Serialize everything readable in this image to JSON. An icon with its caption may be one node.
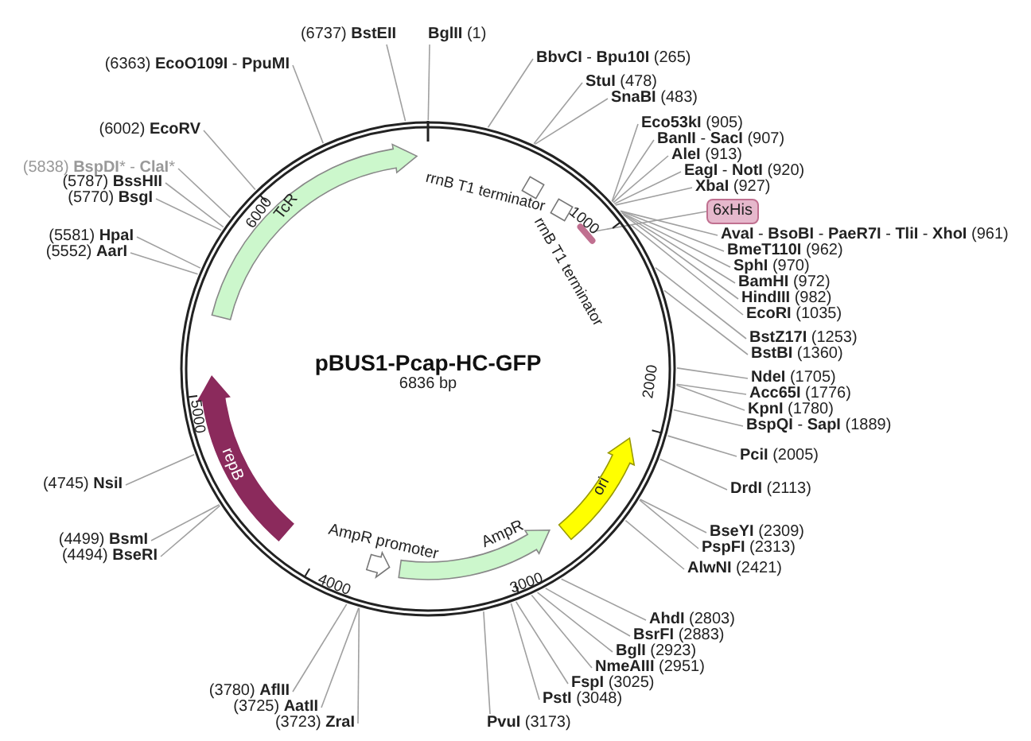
{
  "diagram": {
    "title": "pBUS1-Pcap-HC-GFP",
    "nodes": [
      {
        "text": [],
        "shape": "circle"
      },
      {
        "text": [
          "(6737) **BstEII**"
        ]
      },
      {
        "text": [
          "**BglII** (1)"
        ]
      },
      {
        "text": [
          "**BbvCI** - **Bpu10I** (265)"
        ]
      },
      {
        "text": [
          "**StuI** (478)"
        ]
      },
      {
        "text": [
          "**SnaBI** (483)"
        ]
      },
      {
        "text": [
          "**Eco53kI** (905)"
        ]
      },
      {
        "text": [
          "**BanII** - **SacI** (907)"
        ]
      },
      {
        "text": [
          "**AleI** (913)"
        ]
      },
      {
        "text": [
          "**EagI** - **NotI** (920)"
        ]
      },
      {
        "text": [
          "**XbaI** (927)"
        ]
      },
      {
        "text": [
          "6xHis"
        ]
      },
      {
        "text": [
          "**AvaI** - **BsoBI** - **PaeR7I** - **TliI** - **XhoI** (961)"
        ]
      },
      {
        "text": [
          "**BmeT110I** (962)"
        ]
      },
      {
        "text": [
          "**SphI** (970)"
        ]
      },
      {
        "text": [
          "**BamHI** (972)"
        ]
      },
      {
        "text": [
          "**HindIII** (982)"
        ]
      },
      {
        "text": [
          "**EcoRI** (1035)"
        ]
      },
      {
        "text": [
          "**BstZ17I** (1253)"
        ]
      },
      {
        "text": [
          "**BstBI** (1360)"
        ]
      },
      {
        "text": [
          "**NdeI** (1705)"
        ]
      },
      {
        "text": [
          "**Acc65I** (1776)"
        ]
      },
      {
        "text": [
          "**KpnI** (1780)"
        ]
      },
      {
        "text": [
          "**BspQI** - **SapI** (1889)"
        ]
      },
      {
        "text": [
          "**PciI** (2005)"
        ]
      },
      {
        "text": [
          "**DrdI** (2113)"
        ]
      },
      {
        "text": [
          "**BseYI** (2309)"
        ]
      },
      {
        "text": [
          "**PspFI** (2313)"
        ]
      },
      {
        "text": [
          "**AlwNI** (2421)"
        ]
      },
      {
        "text": [
          "**AhdI** (2803)"
        ]
      },
      {
        "text": [
          "**BsrFI** (2883)"
        ]
      },
      {
        "text": [
          "**BglI** (2923)"
        ]
      },
      {
        "text": [
          "**NmeAIII** (2951)"
        ]
      },
      {
        "text": [
          "**FspI** (3025)"
        ]
      },
      {
        "text": [
          "**PstI** (3048)"
        ]
      },
      {
        "text": [
          "**PvuI** (3173)"
        ]
      },
      {
        "text": [
          "(3723) **ZraI**"
        ]
      },
      {
        "text": [
          "(3725) **AatII**"
        ]
      },
      {
        "text": [
          "(3780) **AflII**"
        ]
      },
      {
        "text": [
          "(4494) **BseRI**"
        ]
      },
      {
        "text": [
          "(4499) **BsmI**"
        ]
      },
      {
        "text": [
          "(4745) **NsiI**"
        ]
      },
      {
        "text": [
          "(5552) **AarI**"
        ]
      },
      {
        "text": [
          "(5581) **HpaI**"
        ]
      },
      {
        "text": [
          "(5770) **BsgI**"
        ]
      },
      {
        "text": [
          "(5787) **BssHII**"
        ]
      },
      {
        "text": [
          "(5838) **BspDI*** - **ClaI***"
        ]
      },
      {
        "text": [
          "(6002) **EcoRV**"
        ]
      },
      {
        "text": [
          "(6363) **EcoO109I** - **PpuMI**"
        ]
      },
      {
        "text": [
          "TcR"
        ],
        "in": 0
      },
      {
        "text": [
          "rrnB T1 terminator"
        ],
        "in": 0
      },
      {
        "text": [
          "rrnB T1 terminator"
        ],
        "in": 0
      },
      {
        "text": [],
        "shape": "bar",
        "in": 0
      },
      {
        "text": [
          "ori"
        ],
        "in": 0
      },
      {
        "text": [
          "AmpR"
        ],
        "in": 0
      },
      {
        "text": [
          "AmpR promoter"
        ],
        "in": 0
      },
      {
        "text": [
          "repB"
        ],
        "in": 0
      }
    ],
    "edges": [
      {
        "from": 1,
        "to": 0,
        "arrow": "none"
      },
      {
        "from": 2,
        "to": 0,
        "arrow": "none"
      },
      {
        "from": 3,
        "to": 0,
        "arrow": "none"
      },
      {
        "from": 4,
        "to": 0,
        "arrow": "none"
      },
      {
        "from": 5,
        "to": 0,
        "arrow": "none"
      },
      {
        "from": 6,
        "to": 0,
        "arrow": "none"
      },
      {
        "from": 7,
        "to": 0,
        "arrow": "none"
      },
      {
        "from": 8,
        "to": 0,
        "arrow": "none"
      },
      {
        "from": 9,
        "to": 0,
        "arrow": "none"
      },
      {
        "from": 10,
        "to": 0,
        "arrow": "none"
      },
      {
        "from": 11,
        "to": 52,
        "arrow": "none"
      },
      {
        "from": 12,
        "to": 0,
        "arrow": "none"
      },
      {
        "from": 13,
        "to": 0,
        "arrow": "none"
      },
      {
        "from": 14,
        "to": 0,
        "arrow": "none"
      },
      {
        "from": 15,
        "to": 0,
        "arrow": "none"
      },
      {
        "from": 16,
        "to": 0,
        "arrow": "none"
      },
      {
        "from": 17,
        "to": 0,
        "arrow": "none"
      },
      {
        "from": 18,
        "to": 0,
        "arrow": "none"
      },
      {
        "from": 19,
        "to": 0,
        "arrow": "none"
      },
      {
        "from": 20,
        "to": 0,
        "arrow": "none"
      },
      {
        "from": 21,
        "to": 0,
        "arrow": "none"
      },
      {
        "from": 22,
        "to": 0,
        "arrow": "none"
      },
      {
        "from": 23,
        "to": 0,
        "arrow": "none"
      },
      {
        "from": 24,
        "to": 0,
        "arrow": "none"
      },
      {
        "from": 25,
        "to": 0,
        "arrow": "none"
      },
      {
        "from": 26,
        "to": 0,
        "arrow": "none"
      },
      {
        "from": 27,
        "to": 0,
        "arrow": "none"
      },
      {
        "from": 28,
        "to": 0,
        "arrow": "none"
      },
      {
        "from": 29,
        "to": 0,
        "arrow": "none"
      },
      {
        "from": 30,
        "to": 0,
        "arrow": "none"
      },
      {
        "from": 31,
        "to": 0,
        "arrow": "none"
      },
      {
        "from": 32,
        "to": 0,
        "arrow": "none"
      },
      {
        "from": 33,
        "to": 0,
        "arrow": "none"
      },
      {
        "from": 34,
        "to": 0,
        "arrow": "none"
      },
      {
        "from": 35,
        "to": 0,
        "arrow": "none"
      },
      {
        "from": 36,
        "to": 0,
        "arrow": "none"
      },
      {
        "from": 37,
        "to": 0,
        "arrow": "none"
      },
      {
        "from": 38,
        "to": 0,
        "arrow": "none"
      },
      {
        "from": 39,
        "to": 0,
        "arrow": "none"
      },
      {
        "from": 40,
        "to": 0,
        "arrow": "none"
      },
      {
        "from": 41,
        "to": 0,
        "arrow": "none"
      },
      {
        "from": 42,
        "to": 0,
        "arrow": "none"
      },
      {
        "from": 43,
        "to": 0,
        "arrow": "none"
      },
      {
        "from": 44,
        "to": 0,
        "arrow": "none"
      },
      {
        "from": 45,
        "to": 0,
        "arrow": "none"
      },
      {
        "from": 46,
        "to": 0,
        "arrow": "none"
      },
      {
        "from": 47,
        "to": 0,
        "arrow": "none"
      },
      {
        "from": 48,
        "to": 0,
        "arrow": "none"
      }
    ],
    "labels": [
      "6836 bp",
      "1000",
      "2000",
      "3000",
      "4000",
      "5000",
      "6000"
    ]
  }
}
